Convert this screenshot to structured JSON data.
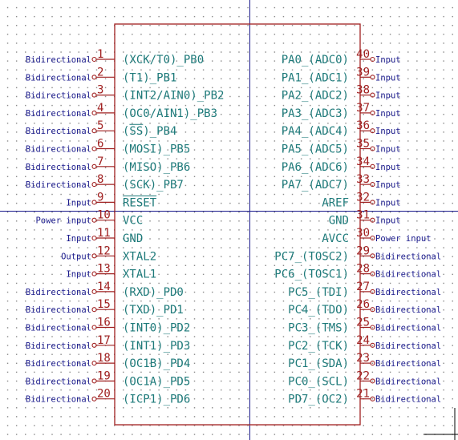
{
  "left_pins": [
    {
      "num": "1",
      "name": "(XCK/T0)_PB0",
      "type": "Bidirectional"
    },
    {
      "num": "2",
      "name": "(T1)_PB1",
      "type": "Bidirectional"
    },
    {
      "num": "3",
      "name": "(INT2/AIN0)_PB2",
      "type": "Bidirectional"
    },
    {
      "num": "4",
      "name": "(OC0/AIN1)_PB3",
      "type": "Bidirectional"
    },
    {
      "num": "5",
      "name": "(SS)_PB4",
      "type": "Bidirectional",
      "overline": true
    },
    {
      "num": "6",
      "name": "(MOSI)_PB5",
      "type": "Bidirectional"
    },
    {
      "num": "7",
      "name": "(MISO)_PB6",
      "type": "Bidirectional"
    },
    {
      "num": "8",
      "name": "(SCK)_PB7",
      "type": "Bidirectional"
    },
    {
      "num": "9",
      "name": "RESET",
      "type": "Input",
      "overline": true
    },
    {
      "num": "10",
      "name": "VCC",
      "type": "Power input"
    },
    {
      "num": "11",
      "name": "GND",
      "type": "Input"
    },
    {
      "num": "12",
      "name": "XTAL2",
      "type": "Output"
    },
    {
      "num": "13",
      "name": "XTAL1",
      "type": "Input"
    },
    {
      "num": "14",
      "name": "(RXD)_PD0",
      "type": "Bidirectional"
    },
    {
      "num": "15",
      "name": "(TXD)_PD1",
      "type": "Bidirectional"
    },
    {
      "num": "16",
      "name": "(INT0)_PD2",
      "type": "Bidirectional"
    },
    {
      "num": "17",
      "name": "(INT1)_PD3",
      "type": "Bidirectional"
    },
    {
      "num": "18",
      "name": "(OC1B)_PD4",
      "type": "Bidirectional"
    },
    {
      "num": "19",
      "name": "(OC1A)_PD5",
      "type": "Bidirectional"
    },
    {
      "num": "20",
      "name": "(ICP1)_PD6",
      "type": "Bidirectional"
    }
  ],
  "right_pins": [
    {
      "num": "40",
      "name": "PA0_(ADC0)",
      "type": "Input"
    },
    {
      "num": "39",
      "name": "PA1_(ADC1)",
      "type": "Input"
    },
    {
      "num": "38",
      "name": "PA2_(ADC2)",
      "type": "Input"
    },
    {
      "num": "37",
      "name": "PA3_(ADC3)",
      "type": "Input"
    },
    {
      "num": "36",
      "name": "PA4_(ADC4)",
      "type": "Input"
    },
    {
      "num": "35",
      "name": "PA5_(ADC5)",
      "type": "Input"
    },
    {
      "num": "34",
      "name": "PA6_(ADC6)",
      "type": "Input"
    },
    {
      "num": "33",
      "name": "PA7_(ADC7)",
      "type": "Input"
    },
    {
      "num": "32",
      "name": "AREF",
      "type": "Input"
    },
    {
      "num": "31",
      "name": "GND",
      "type": "Input"
    },
    {
      "num": "30",
      "name": "AVCC",
      "type": "Power input"
    },
    {
      "num": "29",
      "name": "PC7_(TOSC2)",
      "type": "Bidirectional"
    },
    {
      "num": "28",
      "name": "PC6_(TOSC1)",
      "type": "Bidirectional"
    },
    {
      "num": "27",
      "name": "PC5_(TDI)",
      "type": "Bidirectional"
    },
    {
      "num": "26",
      "name": "PC4_(TDO)",
      "type": "Bidirectional"
    },
    {
      "num": "25",
      "name": "PC3_(TMS)",
      "type": "Bidirectional"
    },
    {
      "num": "24",
      "name": "PC2_(TCK)",
      "type": "Bidirectional"
    },
    {
      "num": "23",
      "name": "PC1_(SDA)",
      "type": "Bidirectional"
    },
    {
      "num": "22",
      "name": "PC0_(SCL)",
      "type": "Bidirectional"
    },
    {
      "num": "21",
      "name": "PD7_(OC2)",
      "type": "Bidirectional"
    }
  ],
  "colors": {
    "pin": "#a02020",
    "pin_name": "#1e7a7a",
    "electrical_type": "#1a1a8c",
    "crosshair": "#1a1a8c",
    "grid_dots": "#8c8c8c"
  }
}
